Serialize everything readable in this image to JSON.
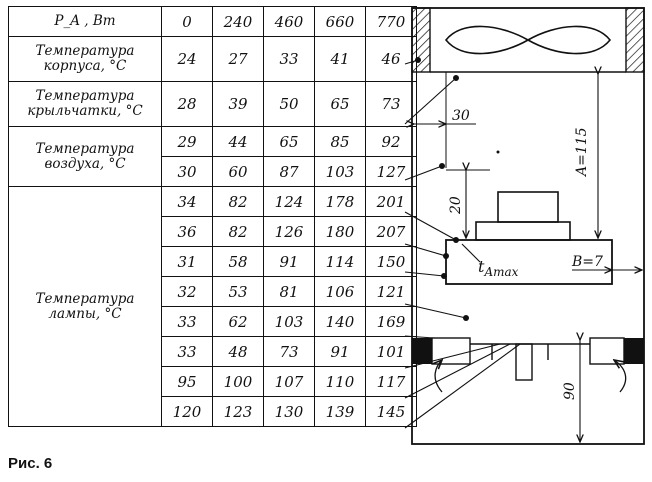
{
  "table": {
    "header": {
      "label": "P_A , Вт",
      "values": [
        "0",
        "240",
        "460",
        "660",
        "770"
      ]
    },
    "groups": [
      {
        "label_lines": [
          "Температура",
          "корпуса, °С"
        ],
        "rows": [
          [
            "24",
            "27",
            "33",
            "41",
            "46"
          ]
        ]
      },
      {
        "label_lines": [
          "Температура",
          "крыльчатки, °С"
        ],
        "rows": [
          [
            "28",
            "39",
            "50",
            "65",
            "73"
          ]
        ]
      },
      {
        "label_lines": [
          "Температура",
          "воздуха, °С"
        ],
        "rows": [
          [
            "29",
            "44",
            "65",
            "85",
            "92"
          ],
          [
            "30",
            "60",
            "87",
            "103",
            "127"
          ]
        ]
      },
      {
        "label_lines": [
          "Температура",
          "лампы, °С"
        ],
        "rows": [
          [
            "34",
            "82",
            "124",
            "178",
            "201"
          ],
          [
            "36",
            "82",
            "126",
            "180",
            "207"
          ],
          [
            "31",
            "58",
            "91",
            "114",
            "150"
          ],
          [
            "32",
            "53",
            "81",
            "106",
            "121"
          ],
          [
            "33",
            "62",
            "103",
            "140",
            "169"
          ],
          [
            "33",
            "48",
            "73",
            "91",
            "101"
          ],
          [
            "95",
            "100",
            "107",
            "110",
            "117"
          ],
          [
            "120",
            "123",
            "130",
            "139",
            "145"
          ]
        ]
      }
    ]
  },
  "diagram": {
    "dim_a": "A=115",
    "dim_b": "B=7",
    "dim_30": "30",
    "dim_20": "20",
    "dim_90": "90",
    "t_label": "t",
    "t_sub": "Amax"
  },
  "caption": "Рис. 6"
}
